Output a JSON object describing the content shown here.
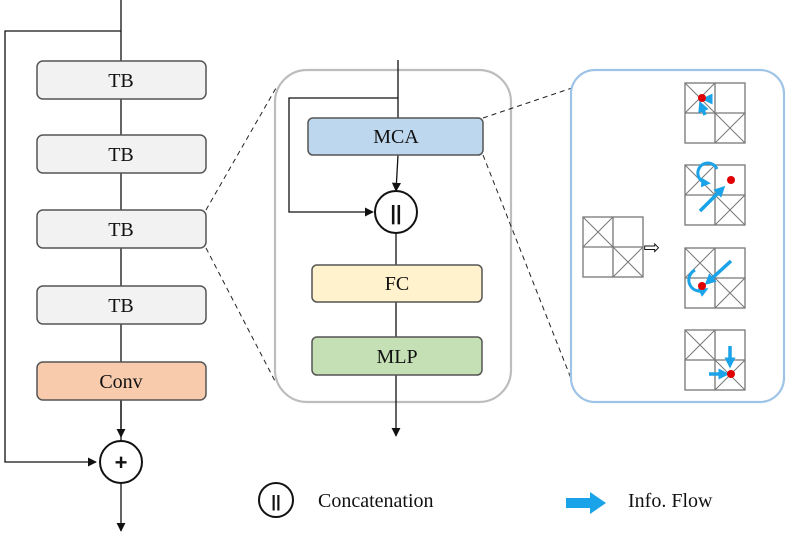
{
  "backbone": {
    "blocks": [
      "TB",
      "TB",
      "TB",
      "TB"
    ],
    "conv_label": "Conv",
    "add_symbol": "+"
  },
  "transformer_block": {
    "mca_label": "MCA",
    "concat_symbol": "||",
    "fc_label": "FC",
    "mlp_label": "MLP"
  },
  "attention_detail": {
    "arrow_symbol": "⇨"
  },
  "legend": {
    "concat_symbol": "||",
    "concat_label": "Concatenation",
    "flow_label": "Info. Flow"
  },
  "colors": {
    "tb_fill": "#f2f2f2",
    "conv_fill": "#f8cbad",
    "mca_fill": "#bdd7ee",
    "fc_fill": "#fff2cc",
    "mlp_fill": "#c5e0b4",
    "panel_border": "#bdbdbd",
    "detail_border": "#9dc3e6",
    "flow_arrow": "#1aa3e8",
    "point": "#e00000"
  }
}
